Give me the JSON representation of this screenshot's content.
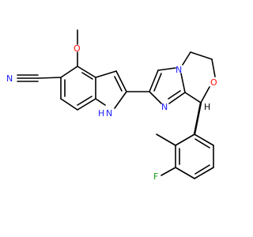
{
  "molecule": {
    "atom_labels": {
      "nitrile_n": "N",
      "methoxy_o": "O",
      "indole_nh": "N",
      "indole_h": "H",
      "imid_n_ring": "N",
      "imid_n_bridge": "N",
      "oxazine_o": "O",
      "fluorine": "F",
      "stereo_h": "H"
    },
    "colors": {
      "bond": "#000000",
      "nitrogen": "#1a1aff",
      "oxygen": "#ff0d0d",
      "fluorine": "#1a9e1a"
    }
  }
}
